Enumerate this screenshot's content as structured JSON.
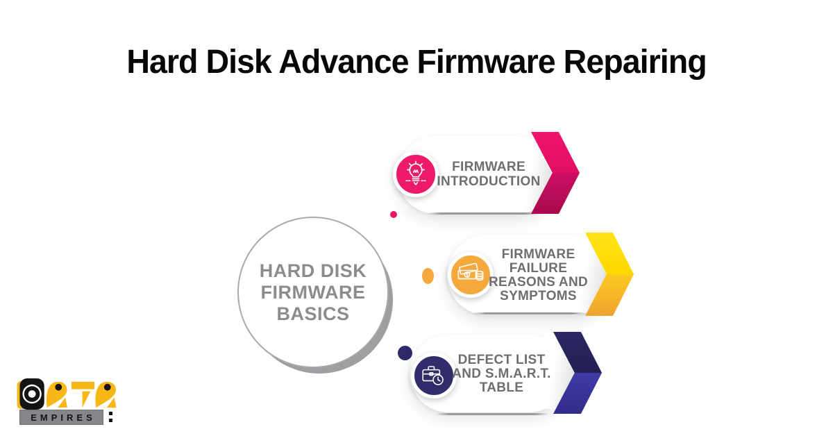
{
  "title": "Hard Disk Advance Firmware Repairing",
  "center_circle": {
    "lines": [
      "HARD DISK",
      "FIRMWARE",
      "BASICS"
    ]
  },
  "steps": [
    {
      "label_lines": [
        "FIRMWARE",
        "INTRODUCTION"
      ],
      "icon": "lightbulb-idea-icon",
      "accent": "#EC1A68",
      "accent_dark": "#A80A50"
    },
    {
      "label_lines": [
        "FIRMWARE",
        "FAILURE",
        "REASONS AND",
        "SYMPTOMS"
      ],
      "icon": "money-cash-icon",
      "accent": "#F5A93C",
      "accent_dark": "#F0A332"
    },
    {
      "label_lines": [
        "DEFECT LIST",
        "AND S.M.A.R.T.",
        "TABLE"
      ],
      "icon": "briefcase-clock-icon",
      "accent": "#312D6B",
      "accent_dark": "#403AA6"
    }
  ],
  "text_color": "#6D6E71",
  "logo": {
    "brand": "DATA",
    "sub": "EMPIRES",
    "colon": ":"
  }
}
